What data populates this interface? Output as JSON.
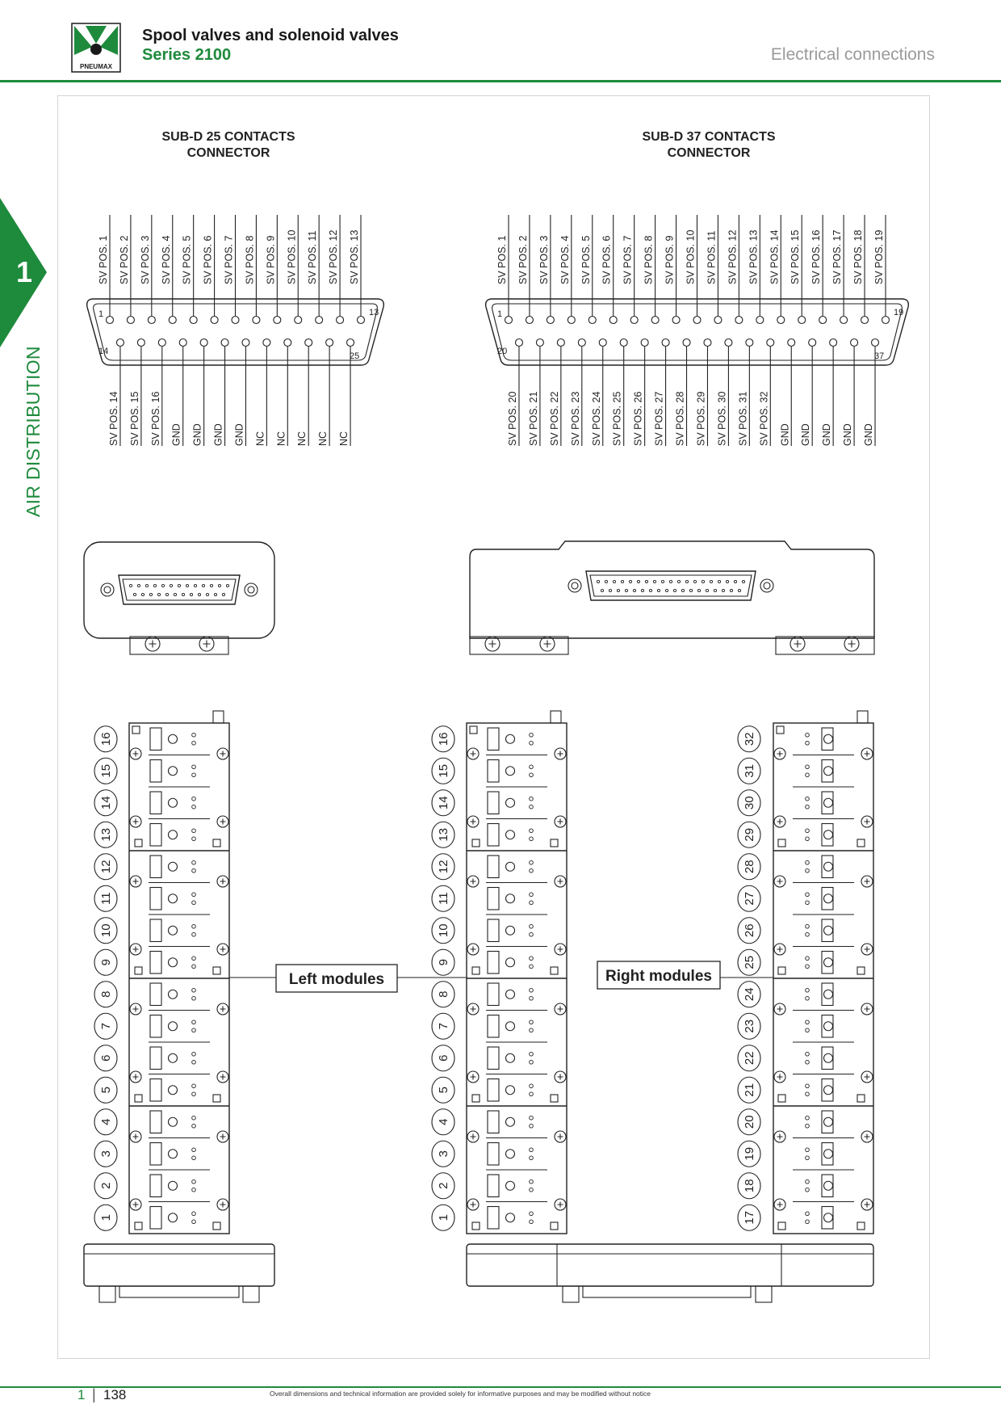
{
  "header": {
    "logo_text": "PNEUMAX",
    "title": "Spool valves and solenoid valves",
    "series": "Series 2100",
    "section": "Electrical connections"
  },
  "side_tab": {
    "number": "1",
    "label": "AIR DISTRIBUTION"
  },
  "connectors": [
    {
      "title_line1": "SUB-D 25 CONTACTS",
      "title_line2": "CONNECTOR",
      "top_pin_labels": [
        "SV POS. 1",
        "SV POS. 2",
        "SV POS. 3",
        "SV POS. 4",
        "SV POS. 5",
        "SV POS. 6",
        "SV POS. 7",
        "SV POS. 8",
        "SV POS. 9",
        "SV POS. 10",
        "SV POS. 11",
        "SV POS. 12",
        "SV POS. 13"
      ],
      "bottom_pin_labels": [
        "SV POS. 14",
        "SV POS. 15",
        "SV POS. 16",
        "GND",
        "GND",
        "GND",
        "GND",
        "NC",
        "NC",
        "NC",
        "NC",
        "NC"
      ],
      "pin_numbers": {
        "top_first": "1",
        "top_last": "13",
        "bottom_first": "14",
        "bottom_last": "25"
      }
    },
    {
      "title_line1": "SUB-D 37 CONTACTS",
      "title_line2": "CONNECTOR",
      "top_pin_labels": [
        "SV POS. 1",
        "SV POS. 2",
        "SV POS. 3",
        "SV POS. 4",
        "SV POS. 5",
        "SV POS. 6",
        "SV POS. 7",
        "SV POS. 8",
        "SV POS. 9",
        "SV POS. 10",
        "SV POS. 11",
        "SV POS. 12",
        "SV POS. 13",
        "SV POS. 14",
        "SV POS. 15",
        "SV POS. 16",
        "SV POS. 17",
        "SV POS. 18",
        "SV POS. 19"
      ],
      "bottom_pin_labels": [
        "SV POS. 20",
        "SV POS. 21",
        "SV POS. 22",
        "SV POS. 23",
        "SV POS. 24",
        "SV POS. 25",
        "SV POS. 26",
        "SV POS. 27",
        "SV POS. 28",
        "SV POS. 29",
        "SV POS. 30",
        "SV POS. 31",
        "SV POS. 32",
        "GND",
        "GND",
        "GND",
        "GND",
        "GND"
      ],
      "pin_numbers": {
        "top_first": "1",
        "top_last": "19",
        "bottom_first": "20",
        "bottom_last": "37"
      }
    }
  ],
  "modules": {
    "left_label": "Left modules",
    "right_label": "Right modules",
    "stack_a_positions": [
      "16",
      "15",
      "14",
      "13",
      "12",
      "11",
      "10",
      "9",
      "8",
      "7",
      "6",
      "5",
      "4",
      "3",
      "2",
      "1"
    ],
    "stack_b_positions": [
      "16",
      "15",
      "14",
      "13",
      "12",
      "11",
      "10",
      "9",
      "8",
      "7",
      "6",
      "5",
      "4",
      "3",
      "2",
      "1"
    ],
    "stack_c_positions": [
      "32",
      "31",
      "30",
      "29",
      "28",
      "27",
      "26",
      "25",
      "24",
      "23",
      "22",
      "21",
      "20",
      "19",
      "18",
      "17"
    ]
  },
  "footer": {
    "chapter": "1",
    "separator": "|",
    "page": "138",
    "note": "Overall dimensions and technical information are provided solely for informative purposes and may be modified without notice"
  },
  "colors": {
    "brand_green": "#1e8a3c",
    "line": "#222222",
    "muted": "#9a9a9a"
  }
}
